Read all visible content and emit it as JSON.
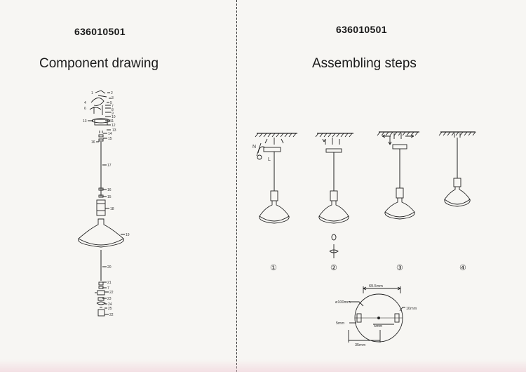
{
  "left": {
    "model_number": "636010501",
    "title": "Component drawing",
    "part_numbers": [
      "1",
      "2",
      "3",
      "4",
      "5",
      "6",
      "7",
      "8",
      "9",
      "10",
      "11",
      "12",
      "13",
      "13",
      "14",
      "15",
      "16",
      "17",
      "16",
      "15",
      "18",
      "19",
      "20",
      "21",
      "7",
      "22",
      "23",
      "24",
      "25",
      "22"
    ]
  },
  "right": {
    "model_number": "636010501",
    "title": "Assembling steps",
    "steps": [
      "①",
      "②",
      "③",
      "④"
    ],
    "wire_labels": [
      "N",
      "L"
    ],
    "detail_dims": {
      "top": "69.5mm",
      "diameter": "ø100mm",
      "right": "10mm",
      "left_small": "5mm",
      "mid_small": "5mm",
      "bottom": "35mm"
    }
  }
}
